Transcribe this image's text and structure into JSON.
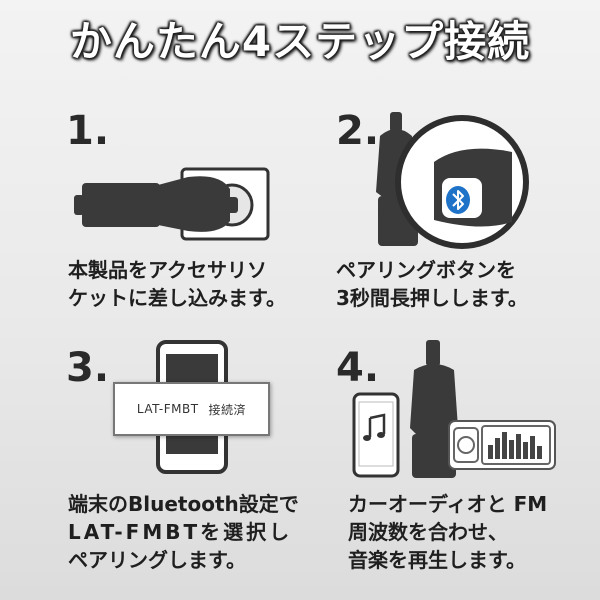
{
  "title": "かんたん4ステップ接続",
  "steps": [
    {
      "number": "1.",
      "lines": [
        "本製品をアクセサリソ",
        "ケットに差し込みます。"
      ]
    },
    {
      "number": "2.",
      "lines": [
        "ペアリングボタンを",
        "3秒間長押しします。"
      ]
    },
    {
      "number": "3.",
      "lines": [
        "端末のBluetooth設定で",
        "LAT-FMBTを選択し",
        "ペアリングします。"
      ],
      "screen_label": {
        "device": "LAT-FMBT",
        "status": "接続済"
      }
    },
    {
      "number": "4.",
      "lines": [
        "カーオーディオと FM",
        "周波数を合わせ、",
        "音楽を再生します。"
      ]
    }
  ],
  "icons": [
    "car-charger-icon",
    "bluetooth-icon",
    "smartphone-icon",
    "music-note-icon",
    "car-stereo-icon"
  ],
  "colors": {
    "bluetooth": "#1e73c8",
    "device": "#3a3a3a",
    "text": "#1f1f1f"
  }
}
